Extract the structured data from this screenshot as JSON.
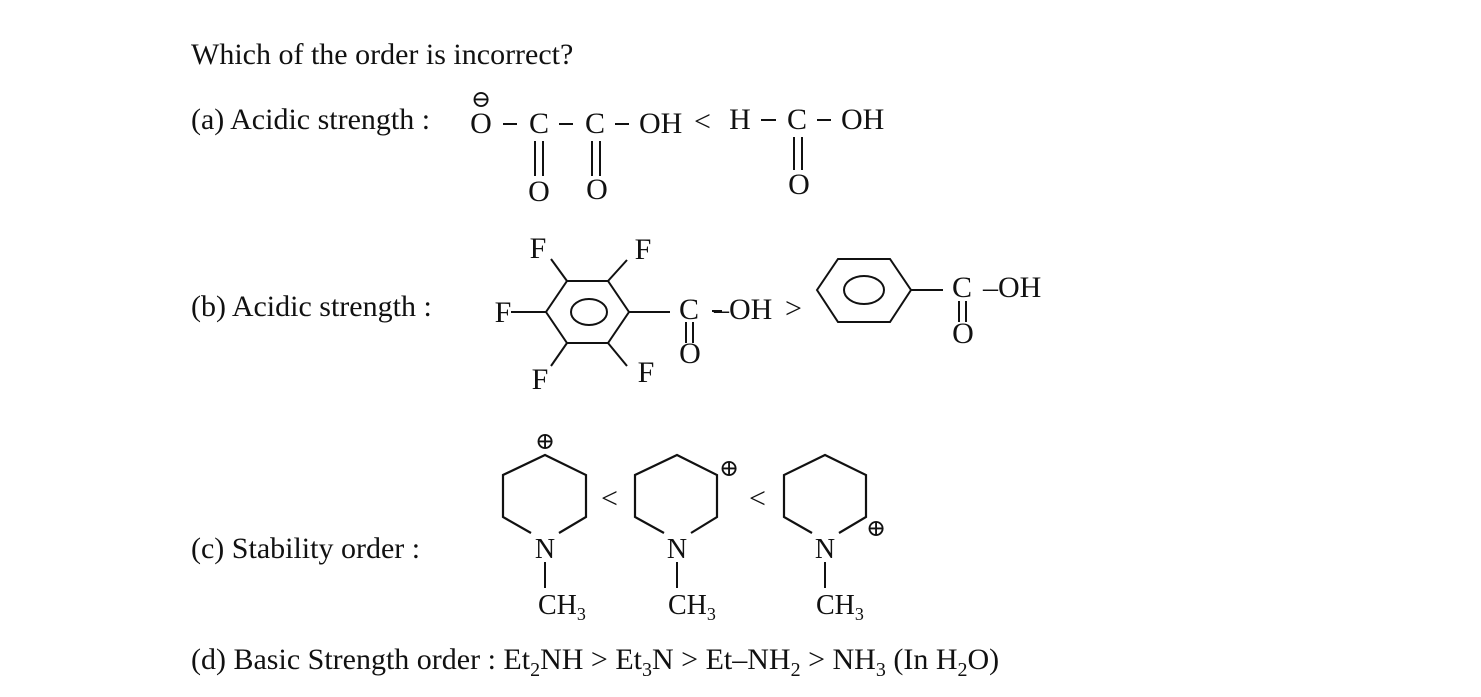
{
  "question": "Which of the order is incorrect?",
  "options": {
    "a": {
      "label": "(a) Acidic strength  :",
      "left_structure": {
        "atoms": [
          "O",
          "C",
          "C",
          "OH",
          "O",
          "O"
        ],
        "charge": "⊖"
      },
      "operator": "<",
      "right_structure": {
        "atoms": [
          "H",
          "C",
          "OH",
          "O"
        ]
      }
    },
    "b": {
      "label": "(b) Acidic strength :",
      "left_structure": {
        "substituents": [
          "F",
          "F",
          "F",
          "F",
          "F"
        ],
        "groups": [
          "C",
          "–OH",
          "O"
        ]
      },
      "operator": ">",
      "right_structure": {
        "groups": [
          "C",
          "–OH",
          "O"
        ]
      }
    },
    "c": {
      "label": "(c) Stability order :",
      "operators": [
        "<",
        "<"
      ],
      "structures": [
        {
          "n": "N",
          "methyl": "CH",
          "methyl_sub": "3",
          "charge": "⊕"
        },
        {
          "n": "N",
          "methyl": "CH",
          "methyl_sub": "3",
          "charge": "⊕"
        },
        {
          "n": "N",
          "methyl": "CH",
          "methyl_sub": "3",
          "charge": "⊕"
        }
      ]
    },
    "d": {
      "label": "(d) Basic Strength order :",
      "parts": [
        "Et",
        "2",
        "NH > Et",
        "3",
        "N > Et–NH",
        "2",
        " > NH",
        "3",
        " (In H",
        "2",
        "O)"
      ]
    }
  }
}
